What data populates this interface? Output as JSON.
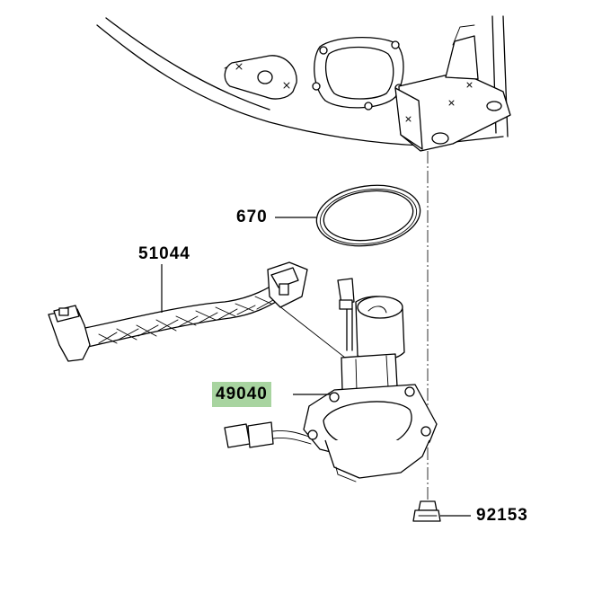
{
  "parts": [
    {
      "id": "gasket",
      "number": "670",
      "highlighted": false
    },
    {
      "id": "harness",
      "number": "51044",
      "highlighted": false
    },
    {
      "id": "fuel-pump",
      "number": "49040",
      "highlighted": true
    },
    {
      "id": "bolt",
      "number": "92153",
      "highlighted": false
    }
  ],
  "colors": {
    "highlight": "#a8d4a0",
    "line": "#000000",
    "background": "#ffffff"
  }
}
